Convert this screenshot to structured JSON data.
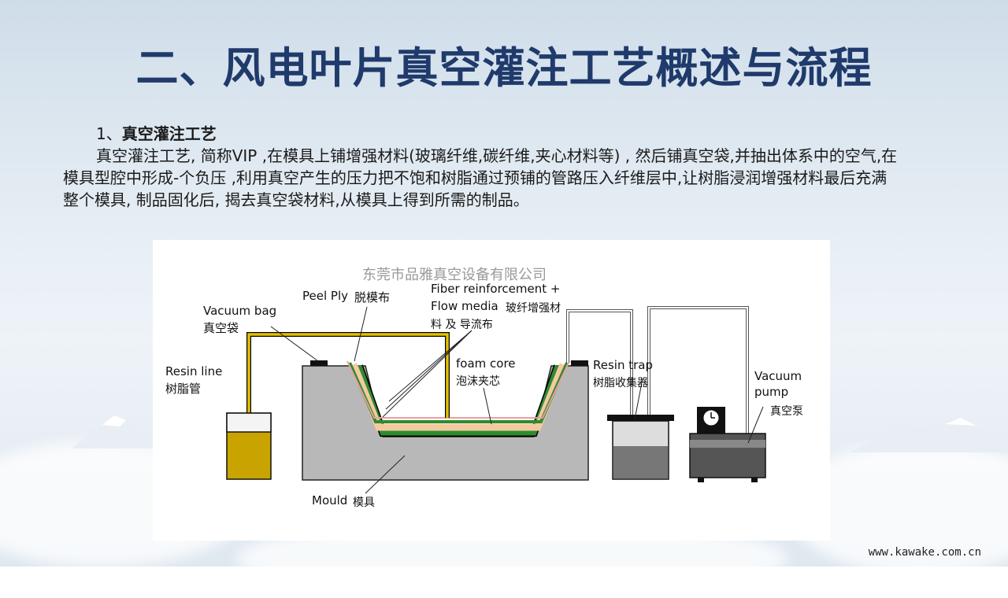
{
  "title": "二、风电叶片真空灌注工艺概述与流程",
  "section": {
    "number": "1、",
    "heading": "真空灌注工艺",
    "paragraph": "真空灌注工艺, 简称VIP ,在模具上铺增强材料(玻璃纤维,碳纤维,夹心材料等) , 然后铺真空袋,并抽出体系中的空气,在模具型腔中形成-个负压 ,利用真空产生的压力把不饱和树脂通过预铺的管路压入纤维层中,让树脂浸润增强材料最后充满整个模具, 制品固化后, 揭去真空袋材料,从模具上得到所需的制品。"
  },
  "figure": {
    "watermark": "东莞市品雅真空设备有限公司",
    "labels": {
      "vacuum_bag_en": "Vacuum bag",
      "vacuum_bag_cn": "真空袋",
      "peel_ply_en": "Peel Ply",
      "peel_ply_cn": "脱模布",
      "fiber_en_1": "Fiber reinforcement +",
      "fiber_en_2": "Flow media",
      "fiber_cn_1": "玻纤增强材",
      "fiber_cn_2": "料 及 导流布",
      "foam_core_en": "foam core",
      "foam_core_cn": "泡沫夹芯",
      "resin_line_en": "Resin line",
      "resin_line_cn": "树脂管",
      "resin_trap_en": "Resin trap",
      "resin_trap_cn": "树脂收集器",
      "vacuum_pump_en_1": "Vacuum",
      "vacuum_pump_en_2": "pump",
      "vacuum_pump_cn": "真空泵",
      "mould_en": "Mould",
      "mould_cn": "模具"
    }
  },
  "footer": "www.kawake.com.cn",
  "colors": {
    "title": "#1f3a6b",
    "resin": "#c9a400",
    "foam": "#f3c9a0",
    "fiber": "#2e8b2e",
    "mould": "#b8b8b8"
  }
}
